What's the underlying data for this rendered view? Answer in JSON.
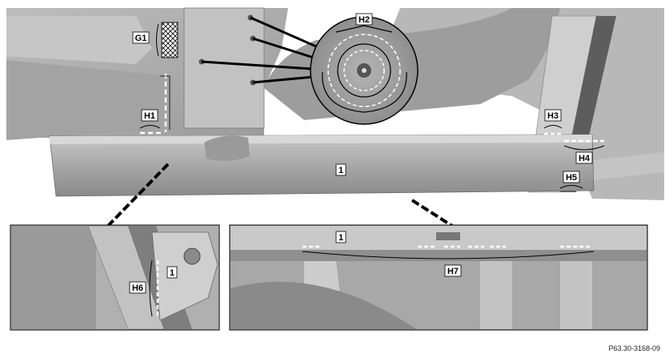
{
  "labels": {
    "g1": "G1",
    "h1": "H1",
    "h2": "H2",
    "h3": "H3",
    "h4": "H4",
    "h5": "H5",
    "h6": "H6",
    "h7": "H7",
    "part_main": "1",
    "part_detail_left": "1",
    "part_detail_right": "1"
  },
  "document_number": "P63.30-3168-09",
  "colors": {
    "metal_light": "#d4d4d4",
    "metal_mid": "#a9a9a9",
    "metal_dark": "#6f6f6f",
    "outline": "#000000"
  }
}
